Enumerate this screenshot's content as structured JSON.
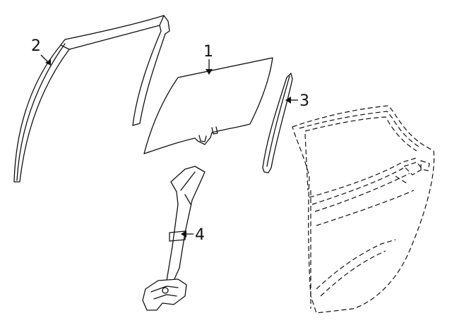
{
  "callouts": {
    "part1": "1",
    "part2": "2",
    "part3": "3",
    "part4": "4"
  },
  "colors": {
    "line": "#111111",
    "background": "#ffffff"
  }
}
